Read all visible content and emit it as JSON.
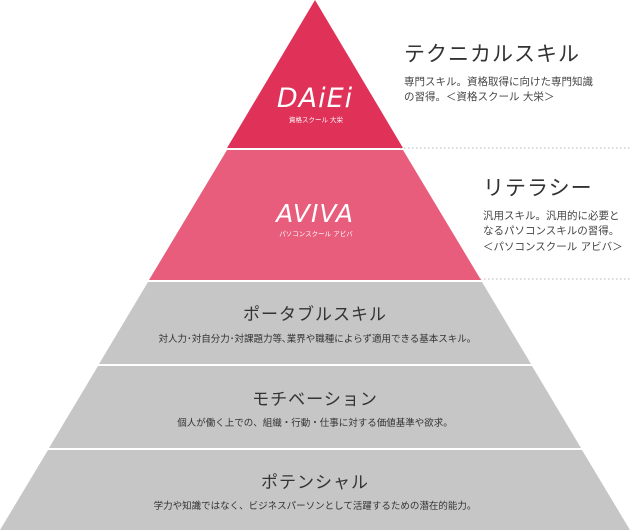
{
  "colors": {
    "technical_fill": "#e03158",
    "literacy_fill": "#e85d7c",
    "gray_fill": "#c6c6c6",
    "divider": "#ffffff",
    "dotted_line": "#b5b5b5",
    "tier_text_white": "#ffffff",
    "tier_text_dark": "#333333"
  },
  "tiers": {
    "technical": {
      "logo_text": "DAiEi",
      "logo_sub": "資格スクール 大栄",
      "title": "テクニカルスキル",
      "desc": "専門スキル。資格取得に向けた専門知識\nの習得。＜資格スクール 大栄＞"
    },
    "literacy": {
      "logo_text": "AVIVA",
      "logo_sub": "パソコンスクール アビバ",
      "title": "リテラシー",
      "desc": "汎用スキル。汎用的に必要と\nなるパソコンスキルの習得。\n＜パソコンスクール アビバ＞"
    },
    "portable": {
      "title": "ポータブルスキル",
      "desc": "対人力･対自分力･対課題力等､業界や職種によらず適用できる基本スキル｡"
    },
    "motivation": {
      "title": "モチベーション",
      "desc": "個人が働く上での、組織・行動・仕事に対する価値基準や欲求。"
    },
    "potential": {
      "title": "ポテンシャル",
      "desc": "学力や知識ではなく、ビジネスパーソンとして活躍するための潜在的能力。"
    }
  }
}
